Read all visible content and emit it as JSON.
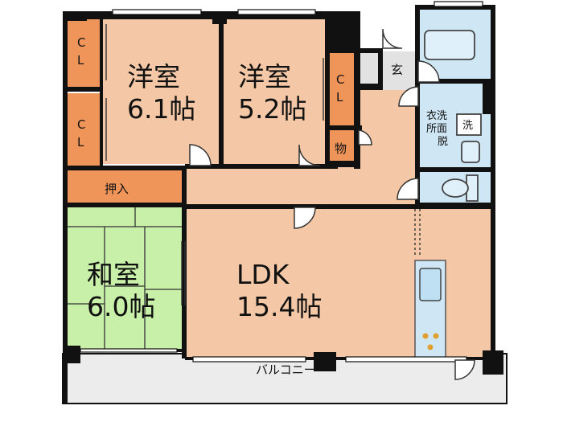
{
  "rooms": {
    "western_room_1": {
      "name": "洋室",
      "size": "6.1帖"
    },
    "western_room_2": {
      "name": "洋室",
      "size": "5.2帖"
    },
    "japanese_room": {
      "name": "和室",
      "size": "6.0帖"
    },
    "ldk": {
      "name": "LDK",
      "size": "15.4帖"
    }
  },
  "labels": {
    "closet": "CL",
    "closet_top": "C",
    "closet_bottom": "L",
    "oshiire": "押入",
    "storage": "物",
    "entrance": "玄",
    "washroom_line1": "衣洗",
    "washroom_line2": "所面",
    "washroom_line3": "脱",
    "washer": "洗",
    "balcony": "バルコニー"
  },
  "colors": {
    "room_fill": "#f4c8a6",
    "closet_fill": "#f0955a",
    "tatami_fill": "#c8f0a8",
    "wet_area_fill": "#cfe7f5",
    "hall_fill": "#e2e2e2",
    "balcony_fill": "#ececec",
    "wall": "#111111"
  }
}
